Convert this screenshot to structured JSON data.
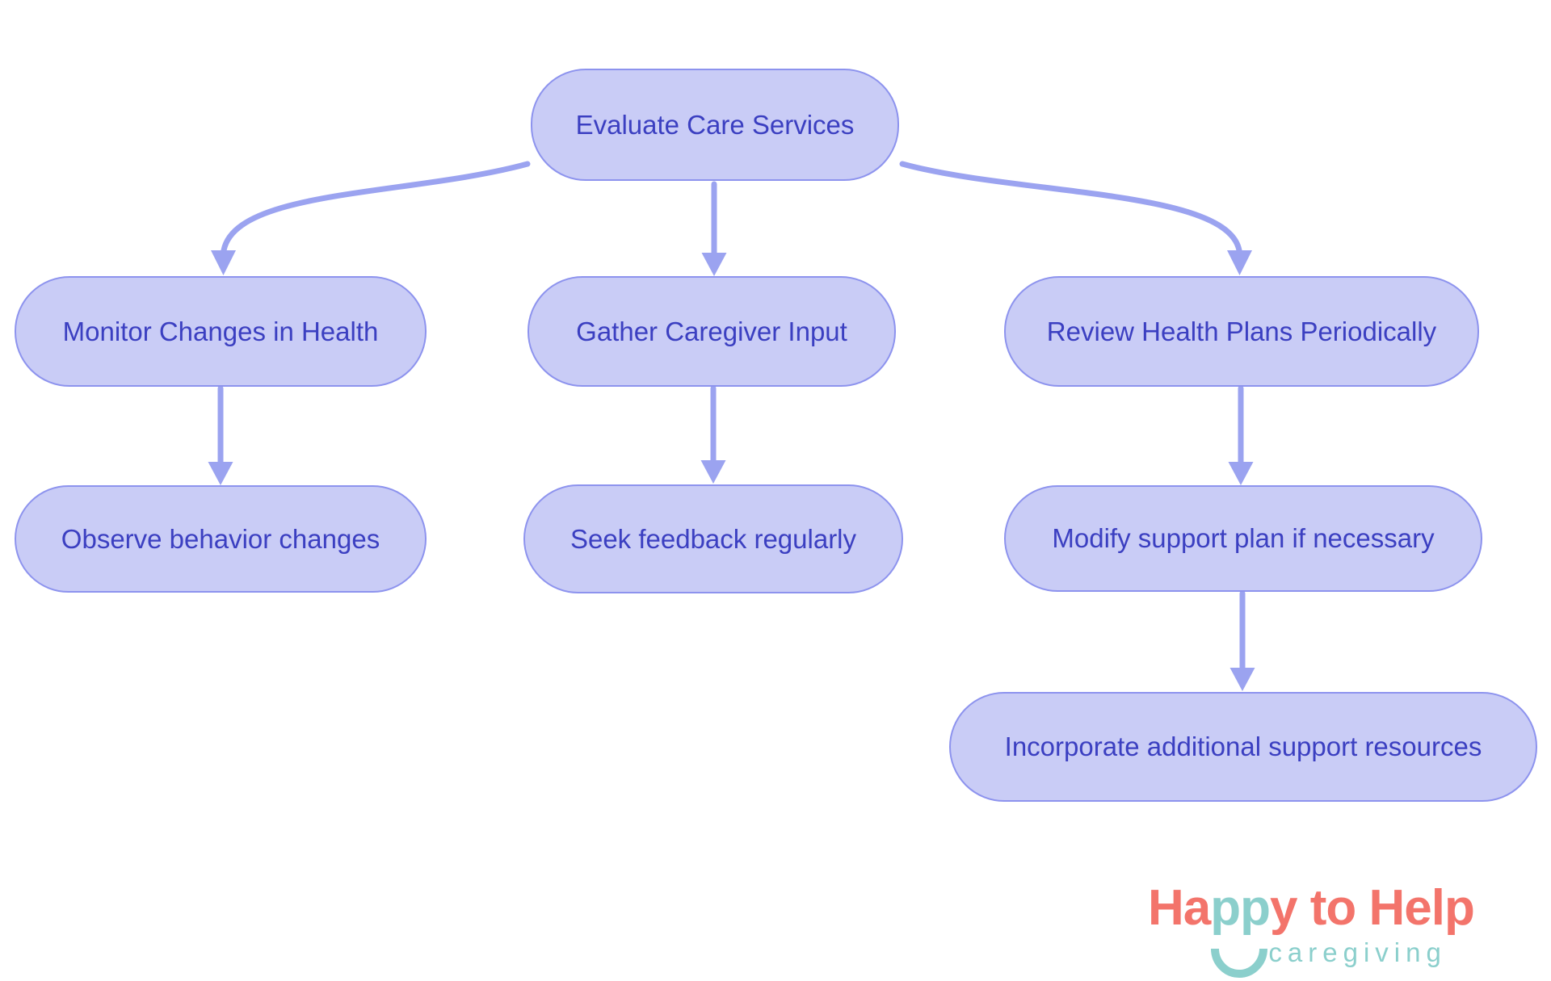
{
  "diagram": {
    "type": "flowchart",
    "direction": "top-down",
    "style": {
      "node_fill": "#c9ccf6",
      "node_border": "#8d93ee",
      "node_text_color": "#3b3fc1",
      "arrow_color": "#9ba3f0",
      "background": "#ffffff"
    },
    "nodes": {
      "evaluate": {
        "label": "Evaluate Care Services"
      },
      "monitor": {
        "label": "Monitor Changes in Health"
      },
      "gather": {
        "label": "Gather Caregiver Input"
      },
      "review": {
        "label": "Review Health Plans Periodically"
      },
      "observe": {
        "label": "Observe behavior changes"
      },
      "seek": {
        "label": "Seek feedback regularly"
      },
      "modify": {
        "label": "Modify support plan if necessary"
      },
      "incorporate": {
        "label": "Incorporate additional support resources"
      }
    },
    "edges": [
      {
        "from": "evaluate",
        "to": "monitor"
      },
      {
        "from": "evaluate",
        "to": "gather"
      },
      {
        "from": "evaluate",
        "to": "review"
      },
      {
        "from": "monitor",
        "to": "observe"
      },
      {
        "from": "gather",
        "to": "seek"
      },
      {
        "from": "review",
        "to": "modify"
      },
      {
        "from": "modify",
        "to": "incorporate"
      }
    ]
  },
  "logo": {
    "part1": "Ha",
    "part2": "pp",
    "part3": "y to Help",
    "tagline": "caregiving",
    "colors": {
      "coral": "#f3746b",
      "teal": "#8bcfcc"
    }
  }
}
